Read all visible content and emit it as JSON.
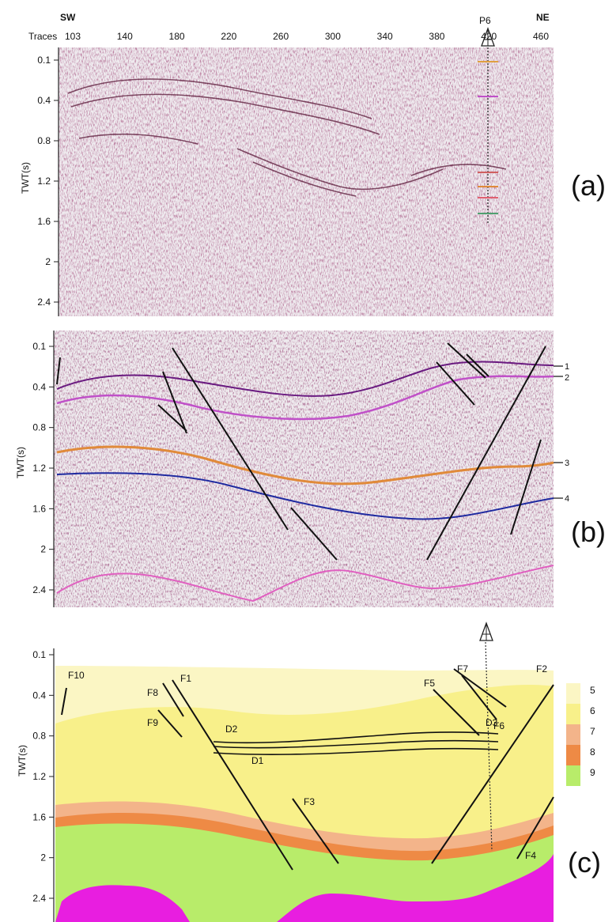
{
  "panel_a": {
    "caption": "(a)",
    "dir_left": "SW",
    "dir_right": "NE",
    "traces_label": "Traces",
    "traces": [
      "103",
      "140",
      "180",
      "220",
      "260",
      "300",
      "340",
      "380",
      "420",
      "460"
    ],
    "well_label": "P6",
    "yaxis_label": "TWT(s)",
    "y_ticks": [
      "0.1",
      "0.4",
      "0.8",
      "1.2",
      "1.6",
      "2",
      "2.4"
    ]
  },
  "panel_b": {
    "caption": "(b)",
    "yaxis_label": "TWT(s)",
    "y_ticks": [
      "0.1",
      "0.4",
      "0.8",
      "1.2",
      "1.6",
      "2",
      "2.4"
    ],
    "horizon_labels": [
      "1",
      "2",
      "3",
      "4"
    ],
    "colors": {
      "h1": "#8a2a9a",
      "h2": "#c050c8",
      "h3": "#e08a3a",
      "h4": "#1f2aa0",
      "basement": "#e060c0"
    }
  },
  "panel_c": {
    "caption": "(c)",
    "yaxis_label": "TWT(s)",
    "y_ticks": [
      "0.1",
      "0.4",
      "0.8",
      "1.2",
      "1.6",
      "2",
      "2.4"
    ],
    "faults": [
      "F10",
      "F1",
      "F8",
      "F9",
      "F3",
      "F5",
      "F7",
      "F6",
      "F2",
      "F4"
    ],
    "horizons": [
      "D2",
      "D1",
      "D3"
    ],
    "legend": [
      {
        "label": "5",
        "color": "#fbf6c4"
      },
      {
        "label": "6",
        "color": "#f8f08a"
      },
      {
        "label": "7",
        "color": "#f3b48a"
      },
      {
        "label": "8",
        "color": "#ee8a45"
      },
      {
        "label": "9",
        "color": "#b8ec6a"
      }
    ],
    "colors": {
      "basement": "#e81ee0"
    }
  }
}
